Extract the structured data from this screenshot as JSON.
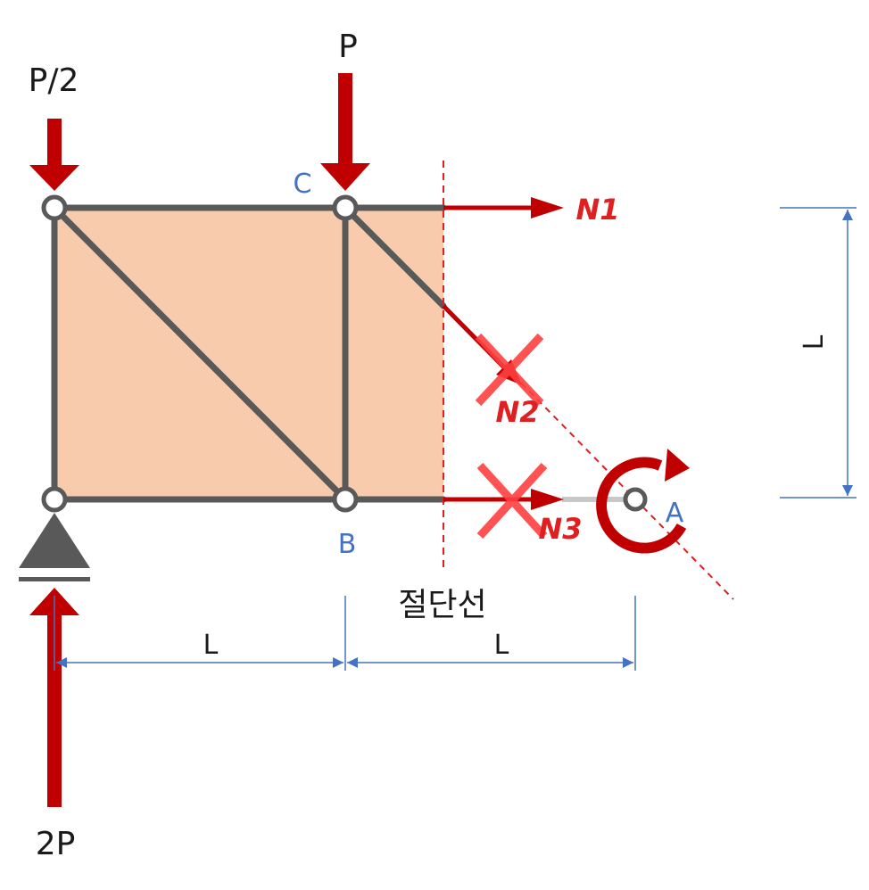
{
  "loads": {
    "left_load": "P/2",
    "top_load": "P",
    "reaction": "2P"
  },
  "nodes": {
    "c": "C",
    "b": "B",
    "a": "A"
  },
  "forces": {
    "n1": "N1",
    "n2": "N2",
    "n3": "N3"
  },
  "dimensions": {
    "bottom_left": "L",
    "bottom_right": "L",
    "right_height": "L"
  },
  "cut_line_label": "절단선",
  "colors": {
    "member": "#595959",
    "load": "#c00000",
    "force_label": "#e02020",
    "cross_mark": "#ff4040",
    "cut_line": "#e02020",
    "node_label": "#4472c4",
    "dimension": "#4472c4",
    "free_body_fill": "#f8cbad"
  }
}
